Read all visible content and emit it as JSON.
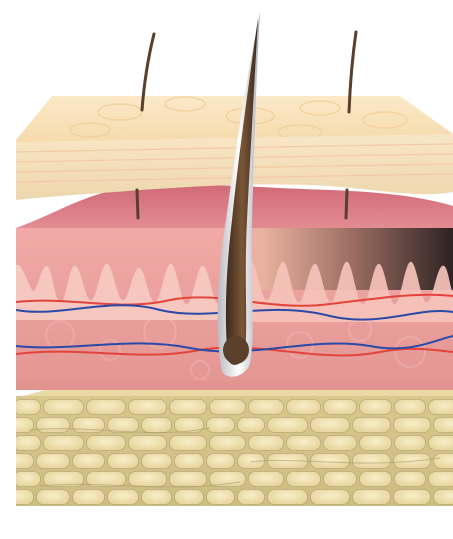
{
  "illustration": {
    "subject": "skin-cross-section",
    "layers": [
      "epidermis",
      "dermis",
      "hypodermis"
    ],
    "features": [
      "hair-shafts",
      "hair-follicle",
      "dermal-papillae",
      "blood-vessels",
      "fat-cells",
      "pigmentation-gradient"
    ],
    "hair_shaft_count": 3,
    "colors": {
      "background": "#ffffff",
      "epidermis_top": "#f6dcaf",
      "epidermis_side": "#f3e3c2",
      "dermis_top": "#d97a82",
      "dermis_band": "#f2b0ad",
      "dermis_body": "#eaa2a0",
      "papillae": "#f6c5bd",
      "pigment_dark": "#3a2a2a",
      "hair": "#5a3f2a",
      "artery": "#e2443c",
      "vein": "#2a4aa8",
      "fat_cell": "#efe1ad",
      "fat_outline": "#b9ab78",
      "fat_background": "#d9c98f"
    }
  }
}
